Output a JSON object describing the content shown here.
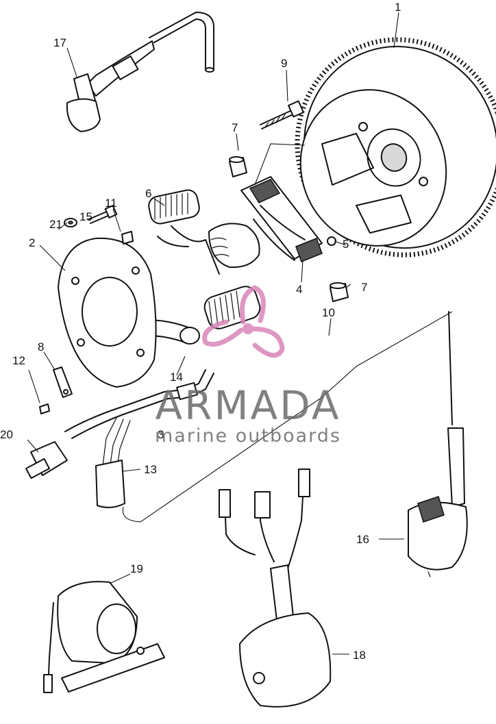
{
  "callouts": [
    {
      "id": "c1",
      "label": "1"
    },
    {
      "id": "c2",
      "label": "2"
    },
    {
      "id": "c3",
      "label": "3"
    },
    {
      "id": "c4",
      "label": "4"
    },
    {
      "id": "c5",
      "label": "5"
    },
    {
      "id": "c6",
      "label": "6"
    },
    {
      "id": "c7a",
      "label": "7"
    },
    {
      "id": "c7b",
      "label": "7"
    },
    {
      "id": "c8",
      "label": "8"
    },
    {
      "id": "c9",
      "label": "9"
    },
    {
      "id": "c10",
      "label": "10"
    },
    {
      "id": "c11",
      "label": "11"
    },
    {
      "id": "c12",
      "label": "12"
    },
    {
      "id": "c13",
      "label": "13"
    },
    {
      "id": "c14",
      "label": "14"
    },
    {
      "id": "c15",
      "label": "15"
    },
    {
      "id": "c16",
      "label": "16"
    },
    {
      "id": "c17",
      "label": "17"
    },
    {
      "id": "c18",
      "label": "18"
    },
    {
      "id": "c19",
      "label": "19"
    },
    {
      "id": "c20",
      "label": "20"
    },
    {
      "id": "c21",
      "label": "21"
    }
  ],
  "watermark": {
    "brand": "ARMADA",
    "tagline": "marine outboards",
    "color": "#6b6b6b",
    "logo_color": "#d985b8"
  }
}
